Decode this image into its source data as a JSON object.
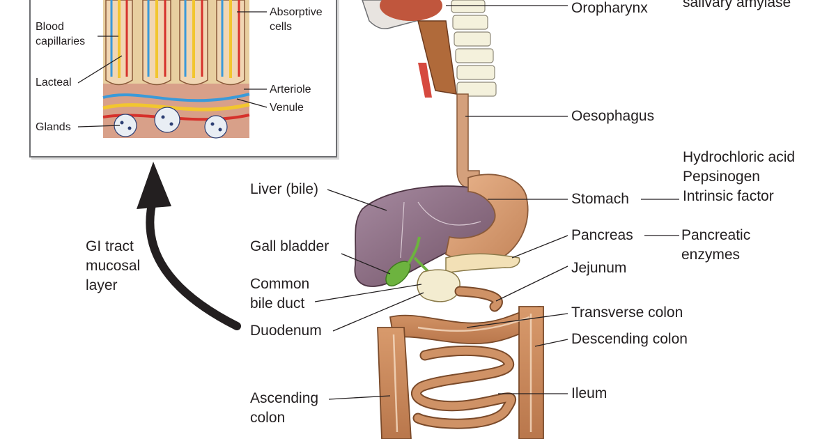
{
  "inset": {
    "labels": {
      "blood_capillaries": "Blood\ncapillaries",
      "lacteal": "Lacteal",
      "glands": "Glands",
      "absorptive_cells": "Absorptive\ncells",
      "arteriole": "Arteriole",
      "venule": "Venule"
    }
  },
  "arrow_label": "GI tract\nmucosal\nlayer",
  "organs": {
    "oropharynx": "Oropharynx",
    "salivary_amylase": "salivary amylase",
    "oesophagus": "Oesophagus",
    "stomach": "Stomach",
    "stomach_secretions": "Hydrochloric acid\nPepsinogen\nIntrinsic factor",
    "pancreas": "Pancreas",
    "pancreatic_enzymes": "Pancreatic\nenzymes",
    "jejunum": "Jejunum",
    "transverse_colon": "Transverse colon",
    "descending_colon": "Descending colon",
    "ileum": "Ileum",
    "liver": "Liver (bile)",
    "gall_bladder": "Gall bladder",
    "common_bile_duct": "Common\nbile duct",
    "duodenum": "Duodenum",
    "ascending_colon": "Ascending\ncolon"
  },
  "colors": {
    "colon": "#c98a5e",
    "liver": "#8e6e80",
    "stomach": "#d9a07a",
    "gall_bladder": "#6db33f",
    "leader_line": "#231f20"
  }
}
